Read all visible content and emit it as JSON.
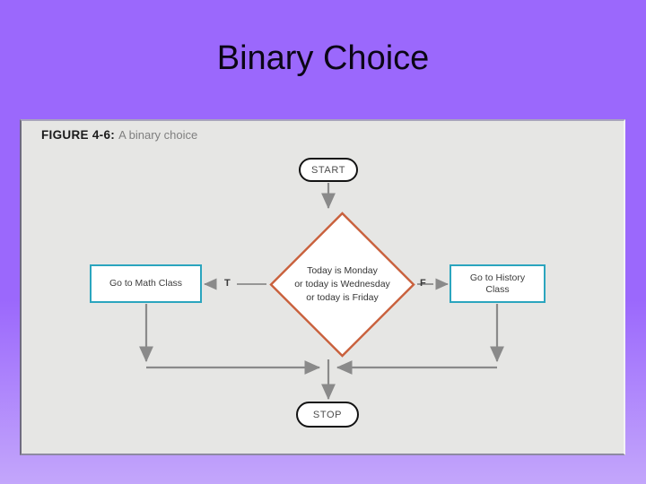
{
  "slide": {
    "title": "Binary Choice",
    "background_color": "#9b68fc",
    "background_color_bottom": "#c3a6fb"
  },
  "figure": {
    "caption_label": "FIGURE 4-6:",
    "caption_text": "A binary choice",
    "panel_background": "#e6e6e4"
  },
  "diagram": {
    "type": "flowchart",
    "start_node": {
      "label": "START",
      "shape": "terminator",
      "border_color": "#131313"
    },
    "decision_node": {
      "shape": "diamond",
      "border_color": "#c9603c",
      "fill_color": "#ffffff",
      "line1": "Today is Monday",
      "line2": "or today is Wednesday",
      "line3": "or today is Friday"
    },
    "true_branch": {
      "label": "T",
      "target_label": "Go to Math Class",
      "target_border_color": "#2ba5be"
    },
    "false_branch": {
      "label": "F",
      "target_line1": "Go to History",
      "target_line2": "Class",
      "target_border_color": "#2ba5be"
    },
    "stop_node": {
      "label": "STOP",
      "shape": "terminator",
      "border_color": "#131313"
    },
    "connector_color": "#8a8a8a"
  }
}
